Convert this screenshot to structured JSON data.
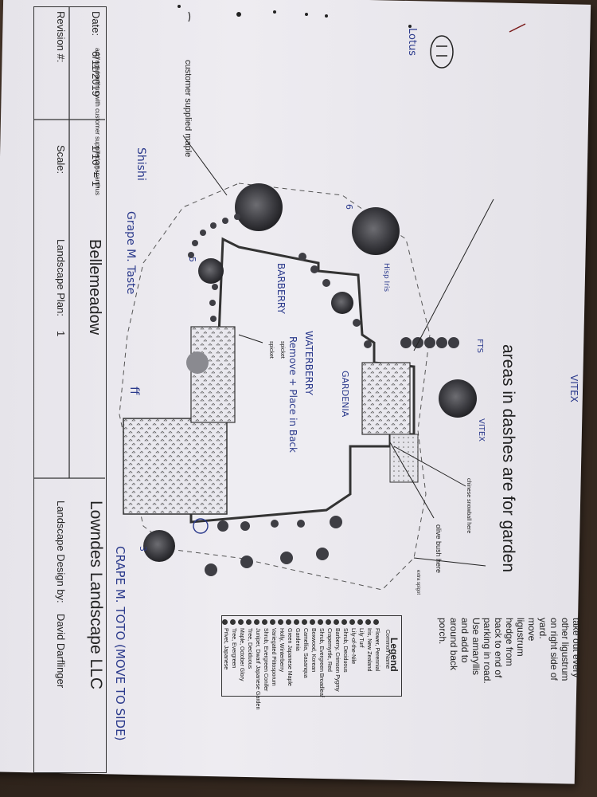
{
  "title_block": {
    "revision_label": "Revision #:",
    "date_label": "Date:",
    "date_value": "6/11/2019",
    "scale_label": "Scale:",
    "scale_value": "1/16\" = 1'",
    "plan_label": "Landscape Plan:",
    "plan_number": "1",
    "plan_name": "Bellemeadow",
    "designer_label": "Landscape Design by:",
    "designer_name": "David Darflinger",
    "company": "Lowndes Landscape LLC"
  },
  "notes": {
    "main": "areas in dashes are for garden",
    "agapanthus": "add agapanthus with customer supplied agapanthus",
    "maple": "customer supplied maple",
    "snowball": "chinese snowball here",
    "olive": "olive bush here",
    "spigot_extra": "extra spigot",
    "spigot1": "spicket",
    "spigot2": "spicket",
    "take_out": [
      "take out every",
      "other ligustrum",
      "on right side of",
      "yard.",
      "move",
      "ligustrum",
      "hedge from",
      "back to end of",
      "parking in road.",
      "Use amaryllis",
      "and add to",
      "around back",
      "porch."
    ]
  },
  "legend": {
    "title": "Legend",
    "subtitle": "Common Name",
    "items": [
      "Flower, Perennial",
      "Iris, New Zealand",
      "Lily Turf",
      "Lily-of-the-Nile",
      "Shrub, Deciduous",
      "Barberry, Crimson Pygmy",
      "Crapemyrtle, Red",
      "Shrub, Evergreen Broadleaf",
      "Boxwood, Korean",
      "Camellia, Sasanqua",
      "Gardenia",
      "Green Japanese Maple",
      "Holly, Winterberry",
      "Variegated Pittosporum",
      "Shrub, Evergreen Conifer",
      "Juniper, Dwarf Japanese Garden",
      "Tree, Deciduous",
      "Maple, October Glory",
      "Tree, Evergreen",
      "Privet, Japanese"
    ]
  },
  "handwriting": {
    "vitex_top": "VITEX",
    "vitex_mid": "VITEX",
    "lotus": "Lotus",
    "shishi": "Shishi",
    "grape_m_taste": "Grape M. Taste",
    "crape_m_toto": "CRAPE M. TOTO (MOVE TO SIDE)",
    "waterberry": "WATERBERRY",
    "remove_place": "Remove + Place in Back",
    "barberry": "BARBERRY",
    "gardenia": "GARDENIA",
    "fts": "FTS",
    "num_6": "6",
    "num_5": "5",
    "num_3": "3",
    "ff": "ff",
    "hisp": "Hisp Iris"
  }
}
